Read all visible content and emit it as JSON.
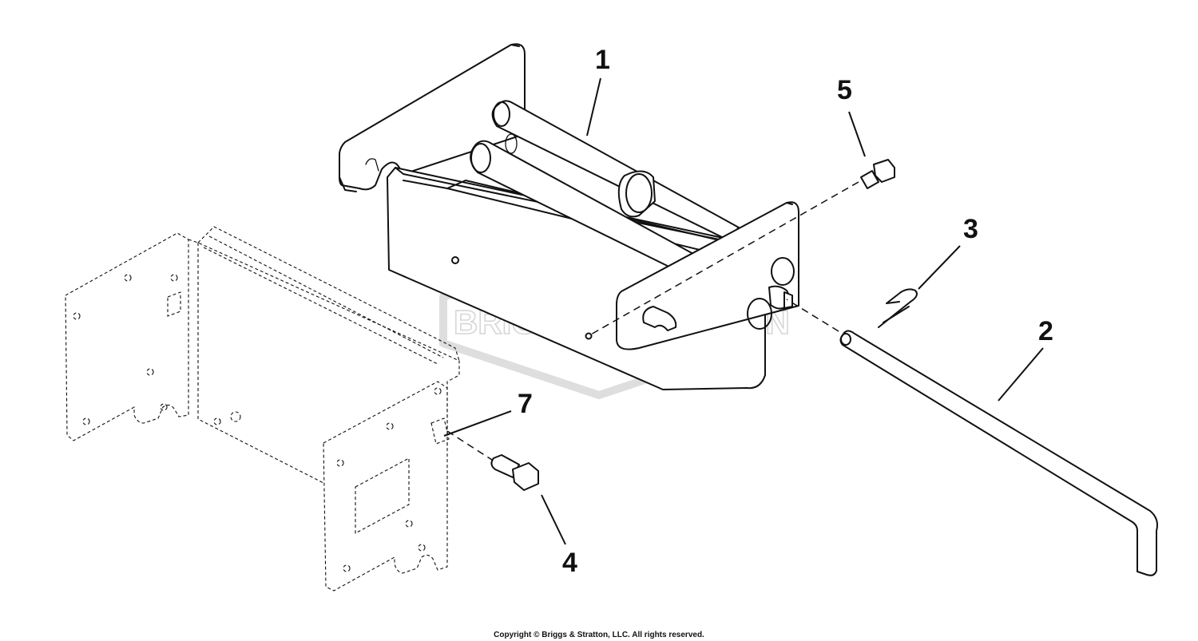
{
  "watermark": {
    "text": "BRIGGS&STRATTON"
  },
  "callouts": [
    {
      "id": "1",
      "label": "1"
    },
    {
      "id": "2",
      "label": "2"
    },
    {
      "id": "3",
      "label": "3"
    },
    {
      "id": "4",
      "label": "4"
    },
    {
      "id": "5",
      "label": "5"
    },
    {
      "id": "7",
      "label": "7"
    }
  ],
  "footer": {
    "copyright": "Copyright © Briggs & Stratton, LLC. All rights reserved."
  }
}
